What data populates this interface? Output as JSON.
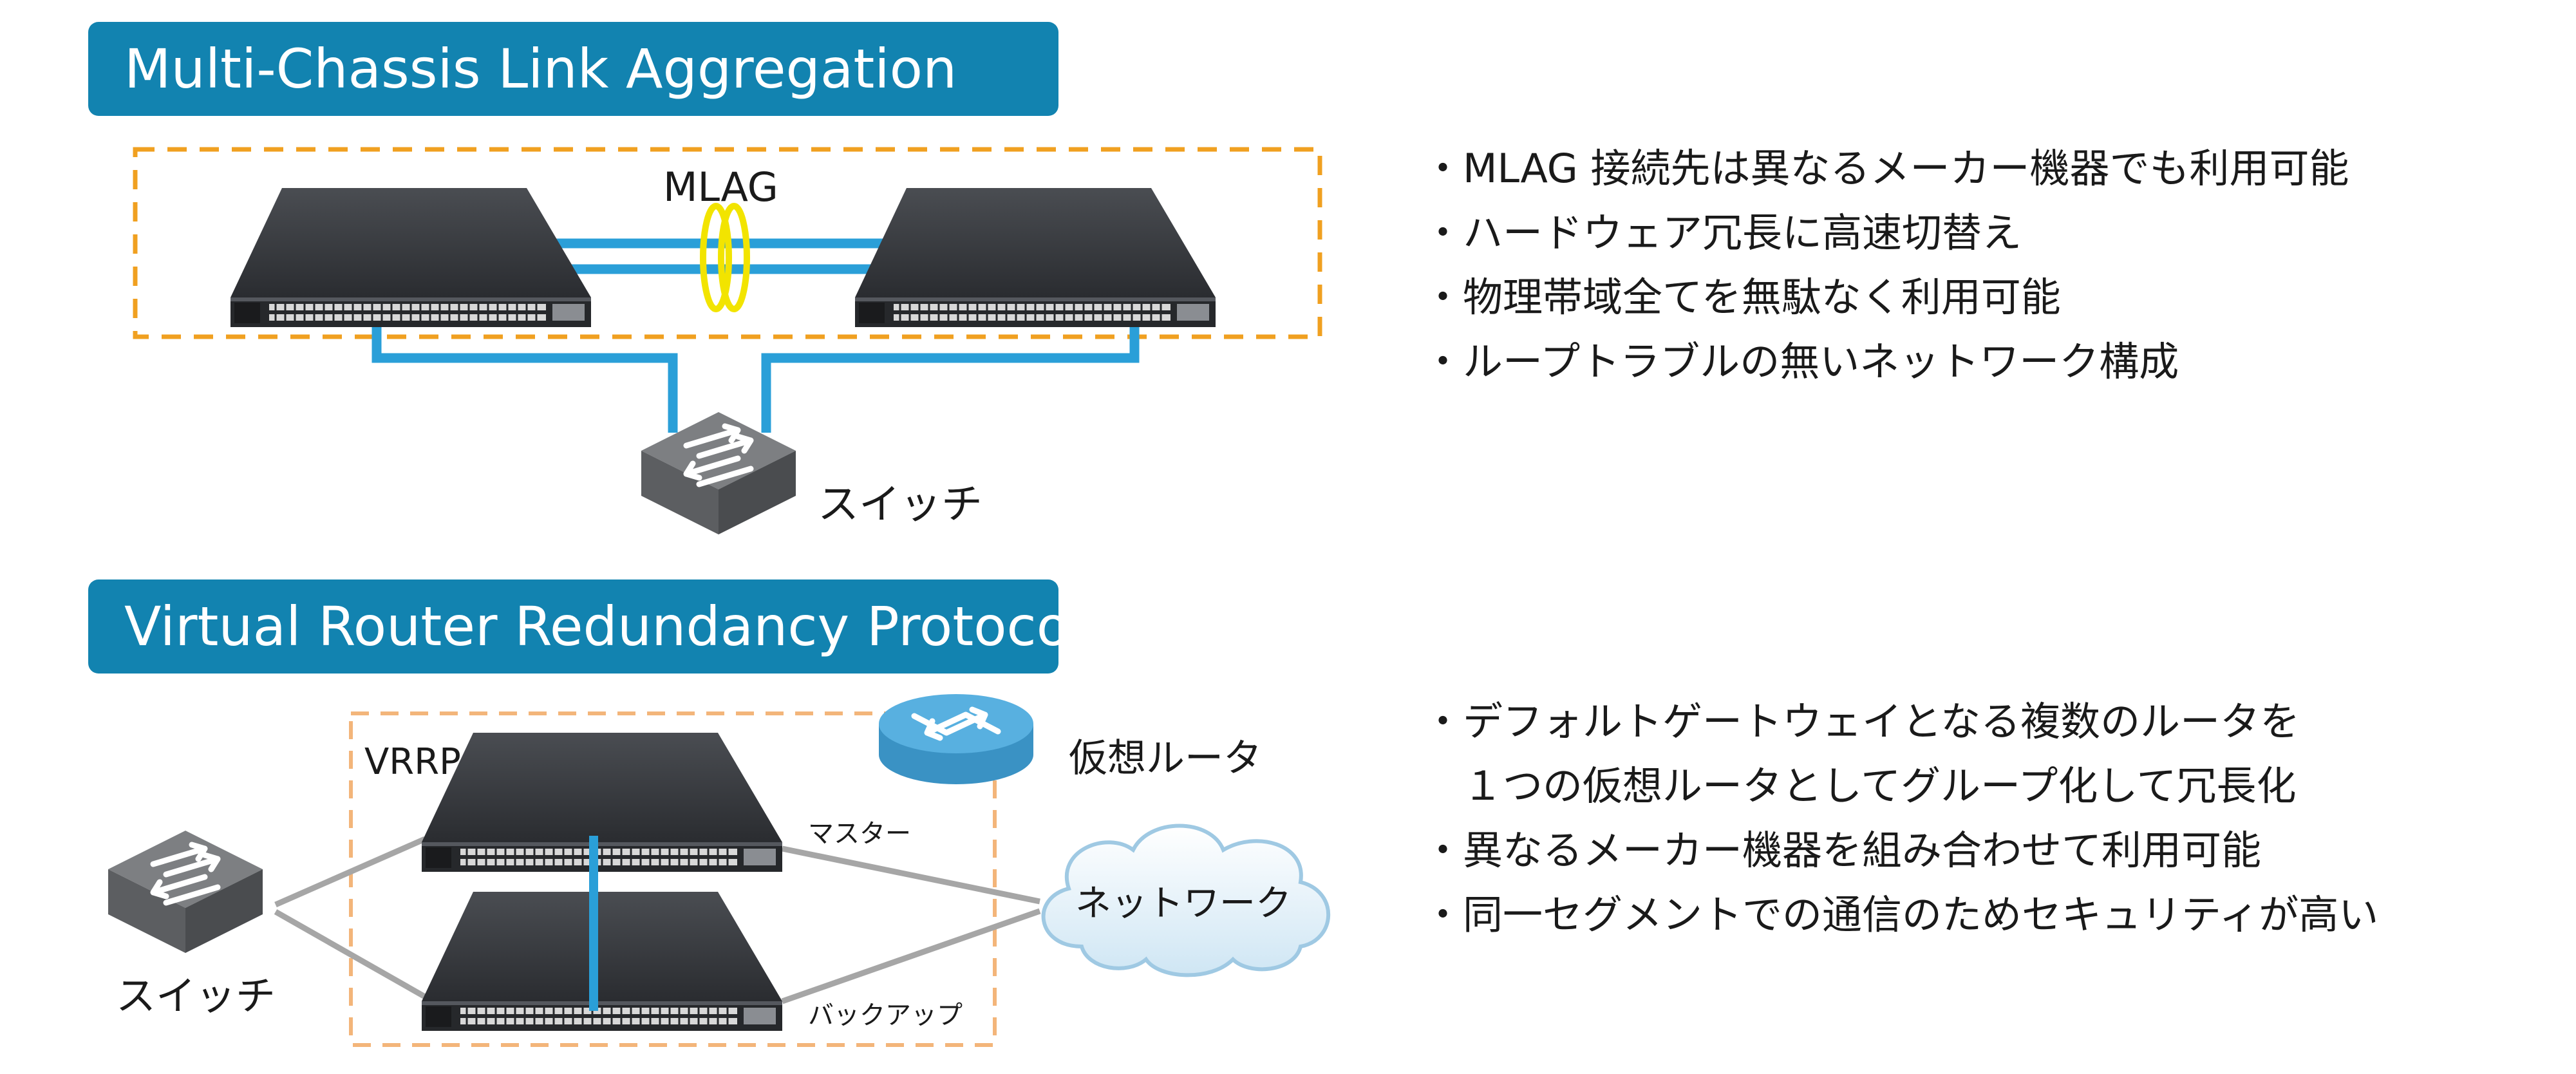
{
  "mlag": {
    "title": "Multi-Chassis Link Aggregation",
    "link_label": "MLAG",
    "switch_label": "スイッチ",
    "bullets": [
      "・MLAG 接続先は異なるメーカー機器でも利用可能",
      "・ハードウェア冗長に高速切替え",
      "・物理帯域全てを無駄なく利用可能",
      "・ループトラブルの無いネットワーク構成"
    ]
  },
  "vrrp": {
    "title": "Virtual Router Redundancy Protocol",
    "group_label": "VRRP",
    "virtual_router_label": "仮想ルータ",
    "master_label": "マスター",
    "backup_label": "バックアップ",
    "network_label": "ネットワーク",
    "switch_label": "スイッチ",
    "bullets": [
      "・デフォルトゲートウェイとなる複数のルータを",
      "　１つの仮想ルータとしてグループ化して冗長化",
      "・異なるメーカー機器を組み合わせて利用可能",
      "・同一セグメントでの通信のためセキュリティが高い"
    ]
  },
  "colors": {
    "banner": "#1283b0",
    "link_blue": "#2a9fd8",
    "dashed_orange_mlag": "#f0a020",
    "dashed_orange_vrrp": "#f3b57a",
    "mlag_ring": "#f2e400",
    "vrrp_link_gray": "#a6a6a6"
  },
  "icons": {
    "l3_switch": "stacked-network-switch-icon",
    "l2_switch": "layer2-switch-icon",
    "virtual_router": "router-icon",
    "network": "cloud-icon"
  }
}
